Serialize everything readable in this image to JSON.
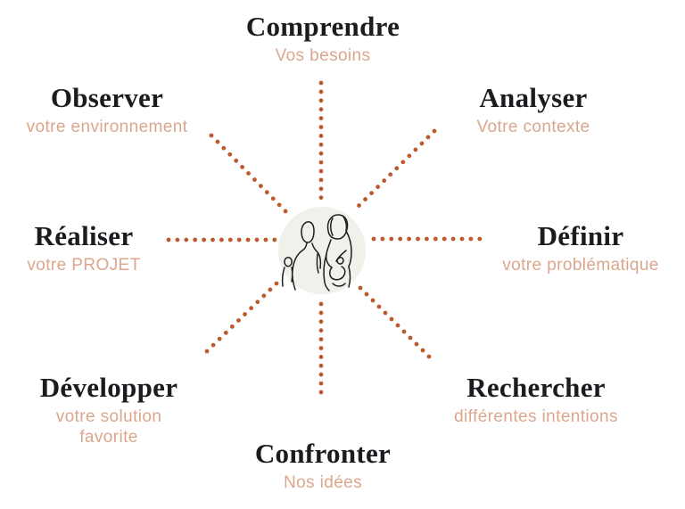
{
  "colors": {
    "background": "#ffffff",
    "title": "#1b1b20",
    "subtitle": "#dca68b",
    "dots": "#bc5a2b",
    "circle": "#f2f0eb",
    "sketch": "#1f1d1d"
  },
  "center": {
    "illustration": "hand-drawn line sketch of a family: two adults and a small child on a beige circle"
  },
  "steps": [
    {
      "id": "comprendre",
      "position": "top",
      "title": "Comprendre",
      "subtitle": "Vos besoins"
    },
    {
      "id": "observer",
      "position": "top-left",
      "title": "Observer",
      "subtitle": "votre environnement"
    },
    {
      "id": "analyser",
      "position": "top-right",
      "title": "Analyser",
      "subtitle": "Votre contexte"
    },
    {
      "id": "realiser",
      "position": "left",
      "title": "Réaliser",
      "subtitle": "votre PROJET"
    },
    {
      "id": "definir",
      "position": "right",
      "title": "Définir",
      "subtitle": "votre problématique"
    },
    {
      "id": "developper",
      "position": "bottom-left",
      "title": "Développer",
      "subtitle": "votre solution favorite"
    },
    {
      "id": "rechercher",
      "position": "bottom-right",
      "title": "Rechercher",
      "subtitle": "différentes intentions"
    },
    {
      "id": "confronter",
      "position": "bottom",
      "title": "Confronter",
      "subtitle": "Nos idées"
    }
  ]
}
